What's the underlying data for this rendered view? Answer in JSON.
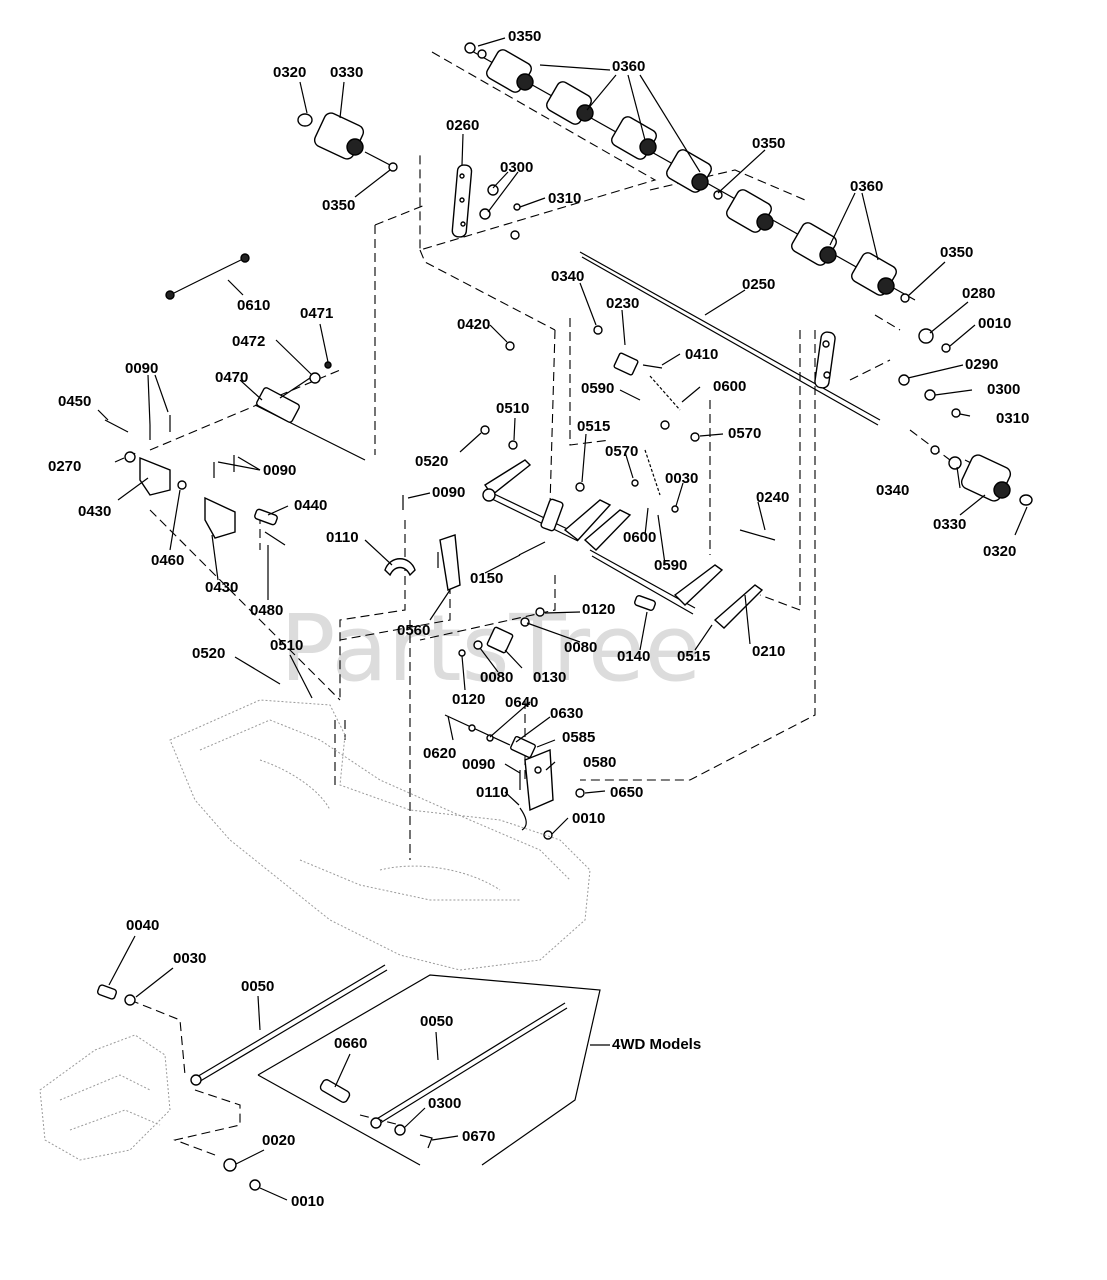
{
  "watermark": "PartsTree",
  "group_label": "4WD Models",
  "labels": {
    "l0350a": "0350",
    "l0360a": "0360",
    "l0320a": "0320",
    "l0330a": "0330",
    "l0260": "0260",
    "l0300a": "0300",
    "l0310a": "0310",
    "l0350b": "0350",
    "l0350c": "0350",
    "l0360b": "0360",
    "l0350d": "0350",
    "l0280": "0280",
    "l0010a": "0010",
    "l0290": "0290",
    "l0300b": "0300",
    "l0310b": "0310",
    "l0610": "0610",
    "l0471": "0471",
    "l0472": "0472",
    "l0470": "0470",
    "l0090a": "0090",
    "l0450": "0450",
    "l0270": "0270",
    "l0430a": "0430",
    "l0090b": "0090",
    "l0440": "0440",
    "l0460": "0460",
    "l0430b": "0430",
    "l0480": "0480",
    "l0340a": "0340",
    "l0230": "0230",
    "l0250": "0250",
    "l0420": "0420",
    "l0410": "0410",
    "l0590a": "0590",
    "l0600a": "0600",
    "l0510a": "0510",
    "l0515a": "0515",
    "l0570a": "0570",
    "l0570b": "0570",
    "l0520a": "0520",
    "l0030a": "0030",
    "l0340b": "0340",
    "l0330b": "0330",
    "l0320b": "0320",
    "l0090c": "0090",
    "l0600b": "0600",
    "l0240": "0240",
    "l0110a": "0110",
    "l0150": "0150",
    "l0590b": "0590",
    "l0560": "0560",
    "l0120a": "0120",
    "l0080a": "0080",
    "l0140": "0140",
    "l0515b": "0515",
    "l0210": "0210",
    "l0520b": "0520",
    "l0510b": "0510",
    "l0120b": "0120",
    "l0080b": "0080",
    "l0130": "0130",
    "l0640": "0640",
    "l0630": "0630",
    "l0585": "0585",
    "l0620": "0620",
    "l0090d": "0090",
    "l0580": "0580",
    "l0650": "0650",
    "l0110b": "0110",
    "l0010b": "0010",
    "l0040": "0040",
    "l0030b": "0030",
    "l0050a": "0050",
    "l0050b": "0050",
    "l0660": "0660",
    "l0300c": "0300",
    "l0670": "0670",
    "l0020": "0020",
    "l0010c": "0010"
  }
}
